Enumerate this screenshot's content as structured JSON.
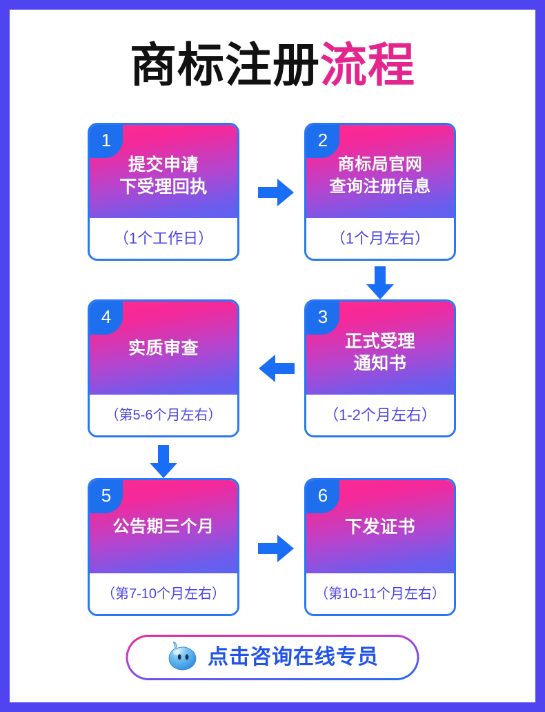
{
  "title": {
    "main": "商标注册",
    "accent": "流程"
  },
  "colors": {
    "frame": "#4F44F0",
    "title_black": "#111111",
    "title_pink": "#E3268E",
    "card_border": "#2878F5",
    "gradient_start": "#FF2A8F",
    "gradient_end": "#5E63F0",
    "badge": "#1E6FEE",
    "note_text": "#4B44E8",
    "arrow": "#1A6EF5",
    "cta_text": "#2153E8"
  },
  "steps": [
    {
      "number": "1",
      "title": "提交申请\n下受理回执",
      "note": "（1个工作日）"
    },
    {
      "number": "2",
      "title": "商标局官网\n查询注册信息",
      "note": "（1个月左右）"
    },
    {
      "number": "3",
      "title": "正式受理\n通知书",
      "note": "（1-2个月左右）"
    },
    {
      "number": "4",
      "title": "实质审查",
      "note": "（第5-6个月左右）"
    },
    {
      "number": "5",
      "title": "公告期三个月",
      "note": "（第7-10个月左右）"
    },
    {
      "number": "6",
      "title": "下发证书",
      "note": "（第10-11个月左右）"
    }
  ],
  "arrows": [
    {
      "name": "arrow-step1-to-step2",
      "direction": "right"
    },
    {
      "name": "arrow-step2-to-step3",
      "direction": "down"
    },
    {
      "name": "arrow-step3-to-step4",
      "direction": "left"
    },
    {
      "name": "arrow-step4-to-step5",
      "direction": "down"
    },
    {
      "name": "arrow-step5-to-step6",
      "direction": "right"
    }
  ],
  "cta": {
    "label": "点击咨询在线专员",
    "icon": "chat-mascot-icon"
  }
}
